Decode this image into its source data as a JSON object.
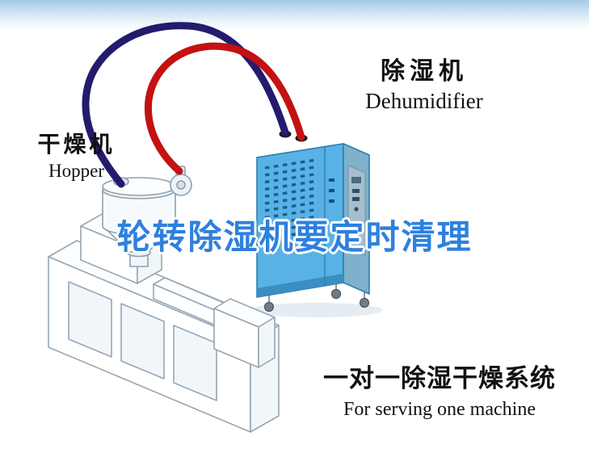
{
  "overlay": {
    "title": "轮转除湿机要定时清理",
    "color": "#2f80de"
  },
  "labels": {
    "dehumidifier": {
      "cn": "除湿机",
      "en": "Dehumidifier"
    },
    "hopper": {
      "cn": "干燥机",
      "en": "Hopper"
    },
    "system": {
      "cn": "一对一除湿干燥系统",
      "en": "For serving one machine"
    }
  },
  "colors": {
    "top_gradient": "#a3cbe6",
    "pipe_return_air": "#231b6e",
    "pipe_supply_air": "#c41111",
    "dehumidifier_body": "#58b2e6",
    "dehumidifier_top": "#b9e2f7",
    "dehumidifier_side": "#7fb0cc",
    "line_art_stroke": "#96a6b3",
    "label_text": "#111111"
  }
}
